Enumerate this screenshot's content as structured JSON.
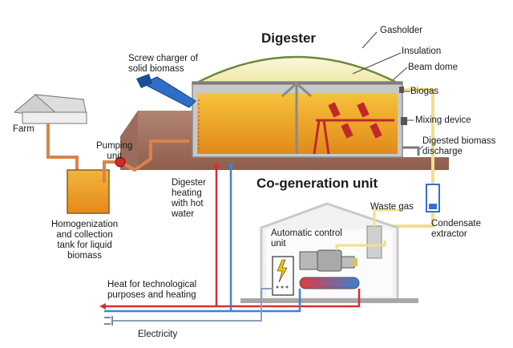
{
  "titles": {
    "digester": "Digester",
    "cogeneration": "Co-generation unit"
  },
  "labels": {
    "gasholder": "Gasholder",
    "insulation": "Insulation",
    "beam_dome": "Beam dome",
    "biogas": "Biogas",
    "mixing_device": "Mixing device",
    "digested_discharge_1": "Digested biomass",
    "digested_discharge_2": "discharge",
    "screw_charger_1": "Screw charger of",
    "screw_charger_2": "solid biomass",
    "farm": "Farm",
    "pumping_unit_1": "Pumping",
    "pumping_unit_2": "unit",
    "homogenization_1": "Homogenization",
    "homogenization_2": "and collection",
    "homogenization_3": "tank for liquid",
    "homogenization_4": "biomass",
    "digester_heating_1": "Digester",
    "digester_heating_2": "heating",
    "digester_heating_3": "with hot",
    "digester_heating_4": "water",
    "waste_gas": "Waste gas",
    "condensate_1": "Condensate",
    "condensate_2": "extractor",
    "auto_control_1": "Automatic control",
    "auto_control_2": "unit",
    "heat_1": "Heat for technological",
    "heat_2": "purposes and heating",
    "electricity": "Electricity"
  },
  "colors": {
    "biomass_fill": "#f0a81e",
    "biomass_dark": "#d9841a",
    "dome": "#f6f1c4",
    "digester_wall": "#b3b3b3",
    "ground": "#a07060",
    "feed_pipe": "#d9844a",
    "gas_pipe": "#f1df8a",
    "hot_water": "#d63030",
    "cold_water": "#3a84d6",
    "mixer": "#c0282a",
    "screw": "#2e6ec8",
    "building": "#ececec"
  }
}
